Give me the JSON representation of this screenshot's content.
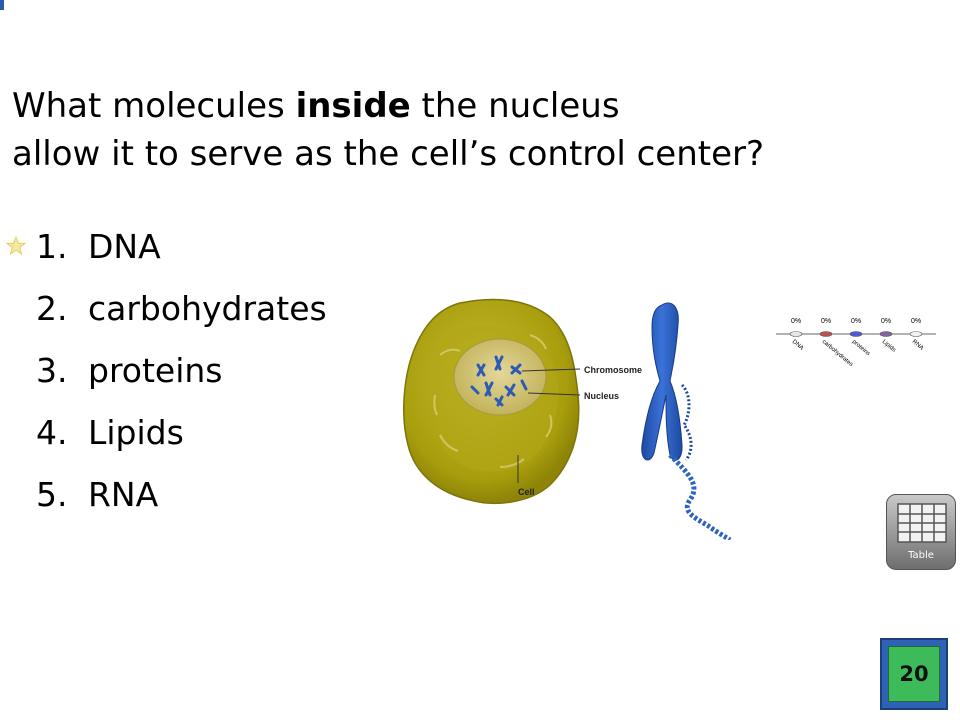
{
  "question": {
    "prefix": "What molecules ",
    "emphasis": "inside",
    "suffix": " the nucleus",
    "line2": "allow it to serve as the cell’s control center?"
  },
  "answers": [
    {
      "number": "1.",
      "label": "DNA"
    },
    {
      "number": "2.",
      "label": "carbohydrates"
    },
    {
      "number": "3.",
      "label": "proteins"
    },
    {
      "number": "4.",
      "label": "Lipids"
    },
    {
      "number": "5.",
      "label": "RNA"
    }
  ],
  "correct_marker_icon": "star-icon",
  "diagram": {
    "labels": {
      "chromosome": "Chromosome",
      "nucleus": "Nucleus",
      "cell": "Cell"
    },
    "colors": {
      "cell": "#b5aa10",
      "nucleus": "#d0c070",
      "chromosome": "#2b5bb5"
    }
  },
  "poll": {
    "percents": [
      "0%",
      "0%",
      "0%",
      "0%",
      "0%"
    ],
    "categories": [
      "DNA",
      "carbohydrates",
      "proteins",
      "Lipids",
      "RNA"
    ],
    "colors": [
      "#e8e8e8",
      "#c0504d",
      "#4f5bd5",
      "#8064a2",
      "#f2f2f2"
    ]
  },
  "table_tool": {
    "label": "Table",
    "icon": "table-icon"
  },
  "countdown": {
    "value": "20",
    "frame_color": "#2e62b4",
    "fill_color": "#3dbb5a"
  }
}
